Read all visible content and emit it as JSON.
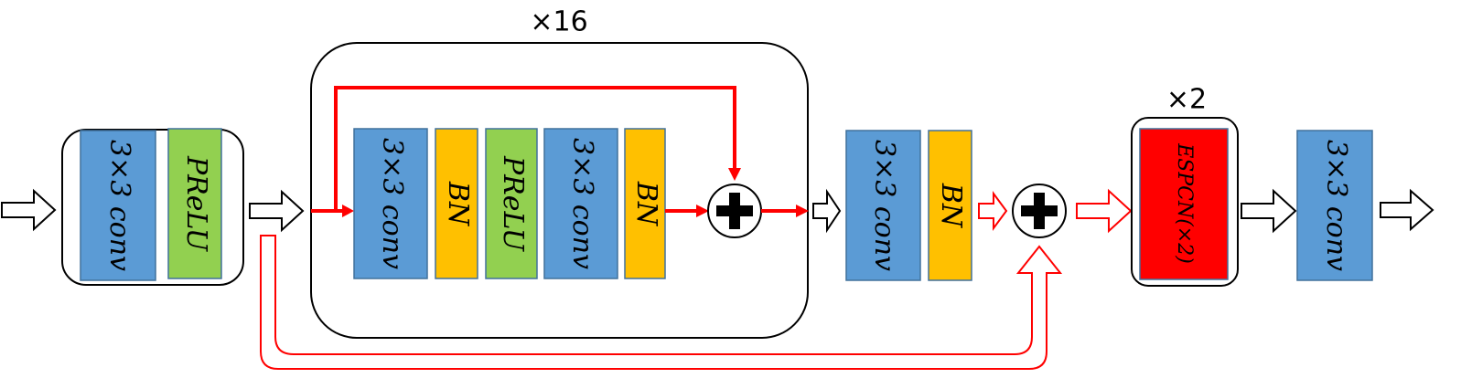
{
  "stem": {
    "conv_label": "3×3 conv",
    "act_label": "PReLU"
  },
  "residual_block": {
    "repeat_label": "×16",
    "conv1_label": "3×3 conv",
    "bn1_label": "BN",
    "act_label": "PReLU",
    "conv2_label": "3×3 conv",
    "bn2_label": "BN"
  },
  "post_block": {
    "conv_label": "3×3 conv",
    "bn_label": "BN"
  },
  "upsample": {
    "repeat_label": "×2",
    "label": "ESPCN(×2)"
  },
  "final": {
    "conv_label": "3×3 conv"
  },
  "colors": {
    "conv": "#5b9bd5",
    "bn": "#ffc000",
    "prelu": "#92d050",
    "espcn": "#ff0000",
    "skip": "#ff0000",
    "outline": "#000000"
  }
}
